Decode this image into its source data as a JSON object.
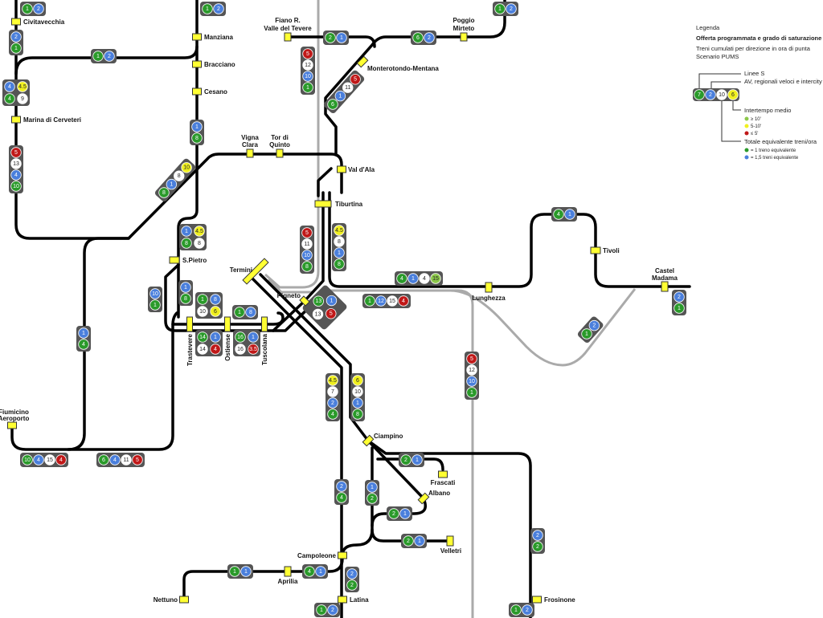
{
  "colors": {
    "green": "#2a9a2a",
    "blue": "#4a7fdc",
    "white": "#ffffff",
    "yellow": "#f0f020",
    "red": "#c01818",
    "lightgreen": "#8cc84a",
    "badge_bg": "#555555",
    "station": "#ffff33"
  },
  "stations": {
    "civitavecchia": [
      "Civitavecchia"
    ],
    "manziana": [
      "Manziana"
    ],
    "bracciano": [
      "Bracciano"
    ],
    "cesano": [
      "Cesano"
    ],
    "marina": [
      "Marina di Cerveteri"
    ],
    "fiano": [
      "Fiano R.",
      "Valle del Tevere"
    ],
    "poggio": [
      "Poggio",
      "Mirteto"
    ],
    "monterotondo": [
      "Monterotondo-Mentana"
    ],
    "vigna": [
      "Vigna",
      "Clara"
    ],
    "tor": [
      "Tor di",
      "Quinto"
    ],
    "valdala": [
      "Val d'Ala"
    ],
    "tiburtina": [
      "Tiburtina"
    ],
    "spietro": [
      "S.Pietro"
    ],
    "termini": [
      "Termini"
    ],
    "pigneto": [
      "Pigneto"
    ],
    "trastevere": [
      "Trastevere"
    ],
    "ostiense": [
      "Ostiense"
    ],
    "tuscolana": [
      "Tuscolana"
    ],
    "lunghezza": [
      "Lunghezza"
    ],
    "tivoli": [
      "Tivoli"
    ],
    "castel": [
      "Castel",
      "Madama"
    ],
    "fiumicino": [
      "Fiumicino",
      "Aeroporto"
    ],
    "ciampino": [
      "Ciampino"
    ],
    "frascati": [
      "Frascati"
    ],
    "albano": [
      "Albano"
    ],
    "velletri": [
      "Velletri"
    ],
    "campoleone": [
      "Campoleone"
    ],
    "aprilia": [
      "Aprilia"
    ],
    "nettuno": [
      "Nettuno"
    ],
    "latina": [
      "Latina"
    ],
    "frosinone": [
      "Frosinone"
    ]
  },
  "badges": [
    [
      [
        "green",
        "1"
      ],
      [
        "blue",
        "2"
      ]
    ],
    [
      [
        "green",
        "1"
      ],
      [
        "blue",
        "2"
      ]
    ],
    [
      [
        "blue",
        "2"
      ],
      [
        "green",
        "1"
      ]
    ],
    [
      [
        "green",
        "1"
      ],
      [
        "blue",
        "2"
      ]
    ],
    [
      [
        "blue",
        "4"
      ],
      [
        "yellow",
        "4.5"
      ],
      [
        "green",
        "4"
      ],
      [
        "white",
        "9"
      ]
    ],
    [
      [
        "red",
        "5"
      ],
      [
        "white",
        "13"
      ],
      [
        "blue",
        "4"
      ],
      [
        "green",
        "10"
      ]
    ],
    [
      [
        "blue",
        "1"
      ],
      [
        "green",
        "8"
      ]
    ],
    [
      [
        "green",
        "8"
      ],
      [
        "blue",
        "1"
      ],
      [
        "white",
        "8"
      ],
      [
        "yellow",
        "10"
      ]
    ],
    [
      [
        "green",
        "1"
      ],
      [
        "blue",
        "2"
      ]
    ],
    [
      [
        "green",
        "2"
      ],
      [
        "blue",
        "1"
      ]
    ],
    [
      [
        "green",
        "6"
      ],
      [
        "blue",
        "2"
      ]
    ],
    [
      [
        "red",
        "5"
      ],
      [
        "white",
        "12"
      ],
      [
        "blue",
        "10"
      ],
      [
        "green",
        "1"
      ]
    ],
    [
      [
        "green",
        "6"
      ],
      [
        "blue",
        "1"
      ],
      [
        "white",
        "11"
      ],
      [
        "red",
        "5"
      ]
    ],
    [
      [
        "blue",
        "1"
      ],
      [
        "yellow",
        "4.5"
      ],
      [
        "green",
        "8"
      ],
      [
        "white",
        "8"
      ]
    ],
    [
      [
        "red",
        "5"
      ],
      [
        "white",
        "11"
      ],
      [
        "blue",
        "10"
      ],
      [
        "green",
        "8"
      ]
    ],
    [
      [
        "yellow",
        "4.5"
      ],
      [
        "white",
        "8"
      ],
      [
        "blue",
        "1"
      ],
      [
        "green",
        "8"
      ]
    ],
    [
      [
        "blue",
        "10"
      ],
      [
        "green",
        "1"
      ]
    ],
    [
      [
        "blue",
        "1"
      ],
      [
        "green",
        "8"
      ]
    ],
    [
      [
        "green",
        "1"
      ],
      [
        "blue",
        "8"
      ],
      [
        "white",
        "10"
      ],
      [
        "yellow",
        "6"
      ]
    ],
    [
      [
        "green",
        "1"
      ],
      [
        "blue",
        "8"
      ]
    ],
    [
      [
        "green",
        "14"
      ],
      [
        "blue",
        "1"
      ],
      [
        "white",
        "14"
      ],
      [
        "red",
        "4"
      ]
    ],
    [
      [
        "green",
        "16"
      ],
      [
        "blue",
        "1"
      ],
      [
        "white",
        "16"
      ],
      [
        "red",
        "3.5"
      ]
    ],
    [
      [
        "blue",
        "1"
      ],
      [
        "green",
        "13"
      ],
      [
        "red",
        "5"
      ],
      [
        "white",
        "13"
      ]
    ],
    [
      [
        "green",
        "4"
      ],
      [
        "blue",
        "1"
      ],
      [
        "white",
        "4"
      ],
      [
        "lightgreen",
        "15"
      ]
    ],
    [
      [
        "green",
        "1"
      ],
      [
        "blue",
        "12"
      ],
      [
        "white",
        "15"
      ],
      [
        "red",
        "4"
      ]
    ],
    [
      [
        "green",
        "4"
      ],
      [
        "blue",
        "1"
      ]
    ],
    [
      [
        "blue",
        "2"
      ],
      [
        "green",
        "1"
      ]
    ],
    [
      [
        "green",
        "1"
      ],
      [
        "blue",
        "2"
      ]
    ],
    [
      [
        "red",
        "5"
      ],
      [
        "white",
        "12"
      ],
      [
        "blue",
        "10"
      ],
      [
        "green",
        "1"
      ]
    ],
    [
      [
        "yellow",
        "4.5"
      ],
      [
        "white",
        "7"
      ],
      [
        "blue",
        "2"
      ],
      [
        "green",
        "4"
      ]
    ],
    [
      [
        "yellow",
        "6"
      ],
      [
        "white",
        "10"
      ],
      [
        "blue",
        "1"
      ],
      [
        "green",
        "8"
      ]
    ],
    [
      [
        "green",
        "2"
      ],
      [
        "blue",
        "1"
      ]
    ],
    [
      [
        "blue",
        "2"
      ],
      [
        "green",
        "4"
      ]
    ],
    [
      [
        "blue",
        "1"
      ],
      [
        "green",
        "2"
      ]
    ],
    [
      [
        "green",
        "2"
      ],
      [
        "blue",
        "1"
      ]
    ],
    [
      [
        "green",
        "2"
      ],
      [
        "blue",
        "1"
      ]
    ],
    [
      [
        "blue",
        "2"
      ],
      [
        "green",
        "2"
      ]
    ],
    [
      [
        "green",
        "1"
      ],
      [
        "blue",
        "1"
      ]
    ],
    [
      [
        "green",
        "4"
      ],
      [
        "blue",
        "1"
      ]
    ],
    [
      [
        "blue",
        "2"
      ],
      [
        "green",
        "2"
      ]
    ],
    [
      [
        "green",
        "1"
      ],
      [
        "blue",
        "2"
      ]
    ],
    [
      [
        "green",
        "1"
      ],
      [
        "blue",
        "2"
      ]
    ],
    [
      [
        "blue",
        "1"
      ],
      [
        "green",
        "4"
      ]
    ],
    [
      [
        "green",
        "10"
      ],
      [
        "blue",
        "4"
      ],
      [
        "white",
        "15"
      ],
      [
        "red",
        "4"
      ]
    ],
    [
      [
        "green",
        "6"
      ],
      [
        "blue",
        "4"
      ],
      [
        "white",
        "11"
      ],
      [
        "red",
        "5"
      ]
    ]
  ],
  "legend": {
    "title": "Legenda",
    "subtitle": "Offerta programmata e grado di saturazione",
    "desc1": "Treni cumulati per direzione in ora di punta",
    "desc2": "Scenario PUMS",
    "linee_s": "Linee S",
    "av": "AV, regionali veloci e intercity",
    "sample": [
      [
        "green",
        "7"
      ],
      [
        "blue",
        "2"
      ],
      [
        "white",
        "10"
      ],
      [
        "yellow",
        "6"
      ]
    ],
    "intertempo": "Intertempo medio",
    "int_items": [
      [
        "lightgreen",
        "≥ 10'"
      ],
      [
        "yellow",
        "5-10'"
      ],
      [
        "red",
        "≤ 5'"
      ]
    ],
    "totale": "Totale equivalente treni/ora",
    "tot_items": [
      [
        "green",
        "= 1 treno equivalente"
      ],
      [
        "blue",
        "= 1,5 treni equivalente"
      ]
    ]
  }
}
